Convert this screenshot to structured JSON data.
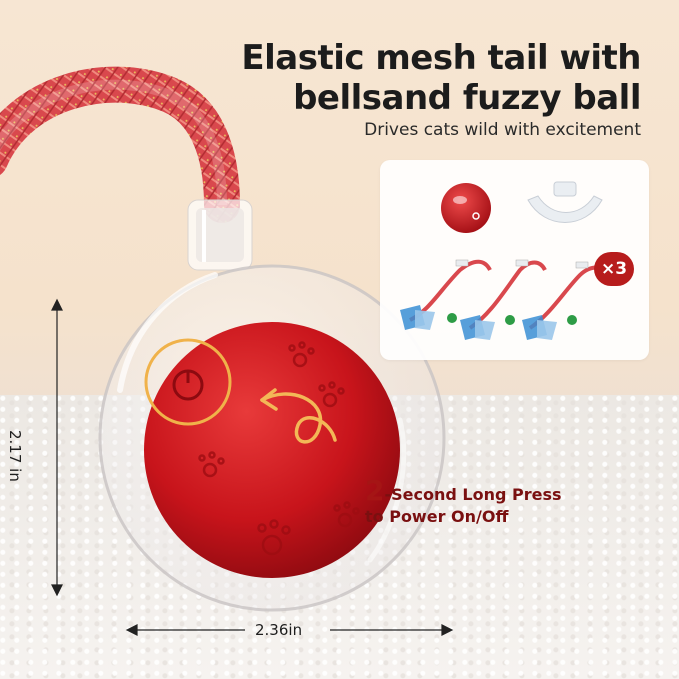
{
  "headline": {
    "line1": "Elastic mesh tail with",
    "line2": "bellsand fuzzy ball",
    "subtitle": "Drives cats wild with excitement"
  },
  "contents_panel": {
    "quantity_badge": "×3"
  },
  "dimensions": {
    "height": "2.17 in",
    "width": "2.36in"
  },
  "callout": {
    "number": "2",
    "line1_rest": "-Second Long Press",
    "line2": "to Power On/Off"
  },
  "colors": {
    "ball_red": "#c8141b",
    "mesh_red": "#d8454a",
    "callout_dark_red": "#7a1010",
    "accent_red": "#a51515",
    "badge_red": "#b71c1c",
    "highlight_gold": "#f0b24a"
  }
}
